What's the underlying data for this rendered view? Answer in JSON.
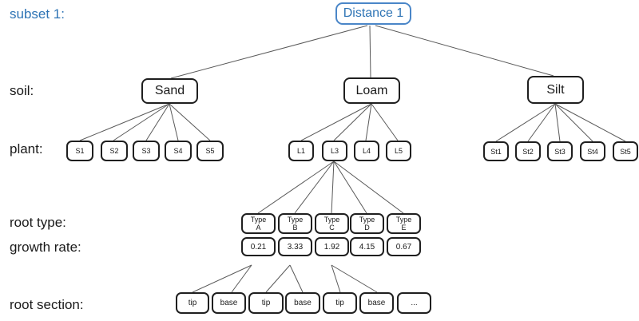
{
  "labels": {
    "subset": "subset 1:",
    "soil": "soil:",
    "plant": "plant:",
    "root_type": "root type:",
    "growth_rate": "growth rate:",
    "root_section": "root section:"
  },
  "tree": {
    "root": {
      "label": "Distance 1"
    },
    "soils": [
      {
        "label": "Sand"
      },
      {
        "label": "Loam"
      },
      {
        "label": "Silt"
      }
    ],
    "plants_sand": [
      "S1",
      "S2",
      "S3",
      "S4",
      "S5"
    ],
    "plants_loam": [
      "L1",
      "L3",
      "L4",
      "L5"
    ],
    "plants_silt": [
      "St1",
      "St2",
      "St3",
      "St4",
      "St5"
    ],
    "root_types": [
      {
        "t": "Type",
        "v": "A"
      },
      {
        "t": "Type",
        "v": "B"
      },
      {
        "t": "Type",
        "v": "C"
      },
      {
        "t": "Type",
        "v": "D"
      },
      {
        "t": "Type",
        "v": "E"
      }
    ],
    "growth_rates": [
      "0.21",
      "3.33",
      "1.92",
      "4.15",
      "0.67"
    ],
    "root_sections": [
      "tip",
      "base",
      "tip",
      "base",
      "tip",
      "base",
      "..."
    ]
  },
  "colors": {
    "accent_blue": "#2E74B5",
    "box_border": "#1f1f1f",
    "connector": "#595959"
  }
}
